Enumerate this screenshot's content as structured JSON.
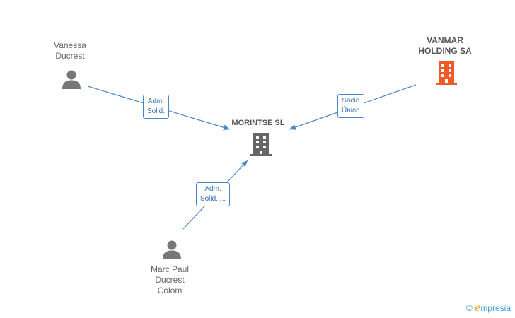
{
  "nodes": {
    "vanessa": {
      "label_line1": "Vanessa",
      "label_line2": "Ducrest"
    },
    "vanmar": {
      "label_line1": "VANMAR",
      "label_line2": "HOLDING SA"
    },
    "morintse": {
      "label": "MORINTSE SL"
    },
    "marc": {
      "label_line1": "Marc Paul",
      "label_line2": "Ducrest",
      "label_line3": "Colom"
    }
  },
  "edges": {
    "vanessa_morintse": {
      "line1": "Adm.",
      "line2": "Solid."
    },
    "vanmar_morintse": {
      "line1": "Socio",
      "line2": "Único"
    },
    "marc_morintse": {
      "line1": "Adm.",
      "line2": "Solid.,..."
    }
  },
  "colors": {
    "edge": "#4a86c8",
    "person": "#777777",
    "company": "#666666",
    "company_highlight": "#f05a28"
  },
  "watermark": {
    "symbol": "©",
    "brand_initial": "e",
    "brand_rest": "mpresia"
  }
}
